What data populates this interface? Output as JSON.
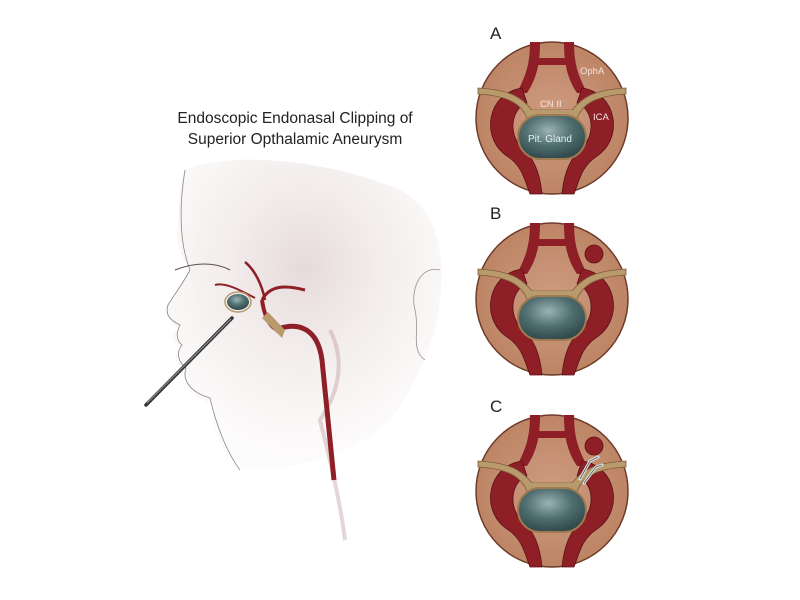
{
  "title": {
    "line1": "Endoscopic Endonasal Clipping of",
    "line2": "Superior Opthalamic Aneurysm"
  },
  "panels": [
    {
      "label": "A",
      "annotations": {
        "ophA": "OphA",
        "cn2": "CN II",
        "pit": "Pit. Gland",
        "ica": "ICA"
      },
      "aneurysm": false,
      "clip": false
    },
    {
      "label": "B",
      "aneurysm": true,
      "clip": false
    },
    {
      "label": "C",
      "aneurysm": true,
      "clip": true
    }
  ],
  "colors": {
    "tissue": "#c58f74",
    "artery": "#8e1f26",
    "nerve": "#b89a6c",
    "gland": "#46666a",
    "skin": "#ece4e3"
  }
}
